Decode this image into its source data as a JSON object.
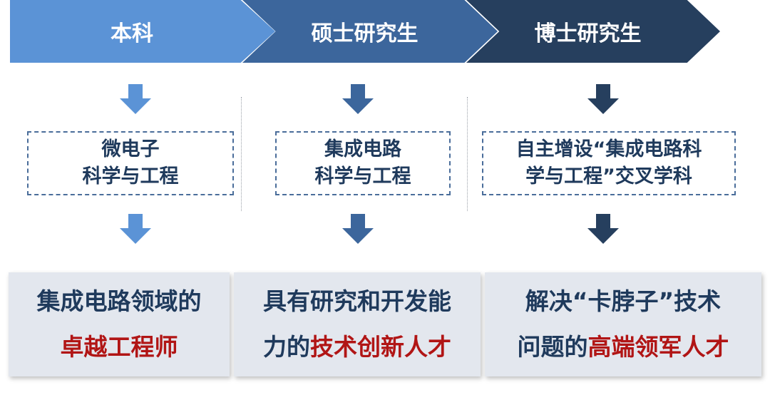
{
  "stages": [
    {
      "title": "本科",
      "color": "#5b93d6",
      "program_lines": [
        "微电子",
        "科学与工程"
      ],
      "outcome_line1": "集成电路领域的",
      "outcome_line2_prefix": "",
      "outcome_line2_highlight": "卓越工程师"
    },
    {
      "title": "硕士研究生",
      "color": "#3c669c",
      "program_lines": [
        "集成电路",
        "科学与工程"
      ],
      "outcome_line1": "具有研究和开发能",
      "outcome_line2_prefix": "力的",
      "outcome_line2_highlight": "技术创新人才"
    },
    {
      "title": "博士研究生",
      "color": "#263f5e",
      "program_lines": [
        "自主增设“集成电路科",
        "学与工程”交叉学科"
      ],
      "outcome_line1": "解决“卡脖子”技术",
      "outcome_line2_prefix": "问题的",
      "outcome_line2_highlight": "高端领军人才"
    }
  ],
  "colors": {
    "arrow_light": "#5b93d6",
    "arrow_mid": "#3c669c",
    "arrow_dark": "#263f5e",
    "text_dark": "#1f3a5c",
    "highlight_red": "#b11515",
    "outcome_bg": "#e3e7ee"
  }
}
